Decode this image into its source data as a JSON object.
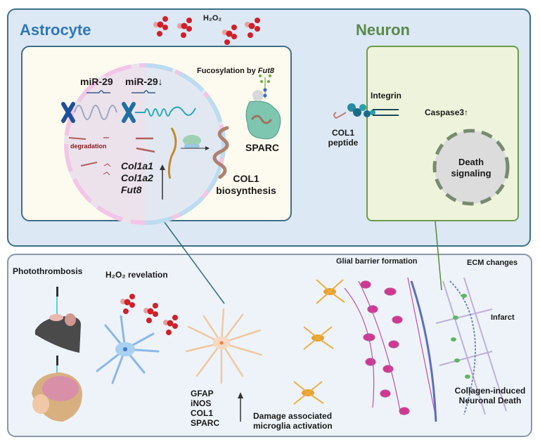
{
  "top_panel": {
    "astrocyte": {
      "title": "Astrocyte",
      "h2o2_label": "H₂O₂",
      "mir29_left": "miR-29",
      "mir29_right": "miR-29↓",
      "degradation": "degradation",
      "genes": [
        "Col1a1",
        "Col1a2",
        "Fut8"
      ],
      "fucosylation_prefix": "Fucosylation by ",
      "fucosylation_gene": "Fut8",
      "sparc": "SPARC",
      "col1_line1": "COL1",
      "col1_line2": "biosynthesis"
    },
    "neuron": {
      "title": "Neuron",
      "integrin": "Integrin",
      "col1_peptide_line1": "COL1",
      "col1_peptide_line2": "peptide",
      "caspase": "Caspase3↑",
      "death_line1": "Death",
      "death_line2": "signaling"
    }
  },
  "bottom_panel": {
    "photothrombosis": "Photothrombosis",
    "h2o2_revelation": "H₂O₂ revelation",
    "markers": [
      "GFAP",
      "iNOS",
      "COL1",
      "SPARC"
    ],
    "damage_line1": "Damage associated",
    "damage_line2": "microglia activation",
    "glial_barrier": "Glial barrier formation",
    "ecm_changes": "ECM changes",
    "infarct": "Infarct",
    "collagen_line1": "Collagen-induced",
    "collagen_line2": "Neuronal Death"
  },
  "colors": {
    "astrocyte_title": "#2f78b8",
    "neuron_title": "#5a8a4a",
    "h2o2_red": "#d0202a",
    "degradation_red": "#8b1a1a"
  }
}
